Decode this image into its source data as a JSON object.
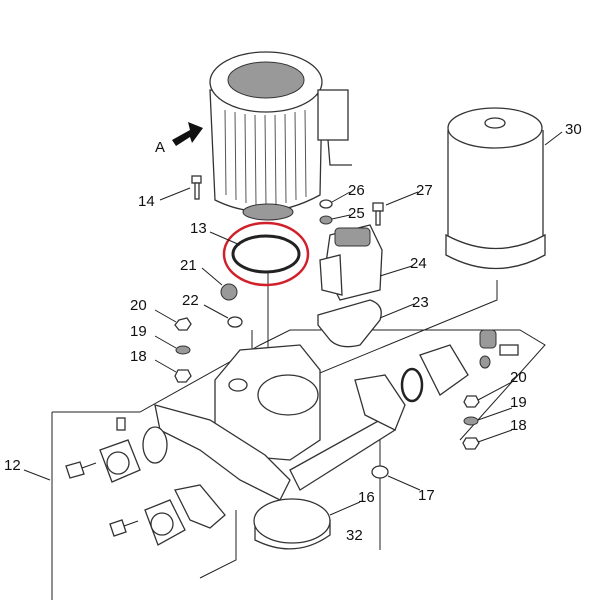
{
  "diagram": {
    "highlight_color": "#d0202a",
    "highlighted_part": "13",
    "labels": {
      "view_a": "A",
      "p14": "14",
      "p13": "13",
      "p21": "21",
      "p22": "22",
      "p20_left": "20",
      "p19_left": "19",
      "p18_left": "18",
      "p26": "26",
      "p25": "25",
      "p27": "27",
      "p24": "24",
      "p23": "23",
      "p30": "30",
      "p20_right": "20",
      "p19_right": "19",
      "p18_right": "18",
      "p12": "12",
      "p16": "16",
      "p17": "17",
      "p32": "32"
    }
  }
}
